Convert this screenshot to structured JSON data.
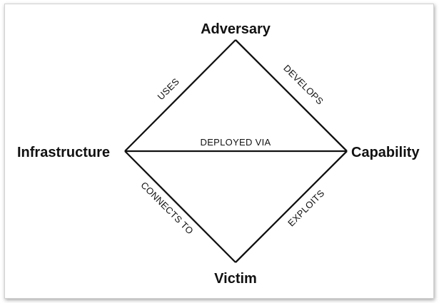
{
  "nodes": {
    "top": "Adversary",
    "left": "Infrastructure",
    "right": "Capability",
    "bottom": "Victim"
  },
  "edges": {
    "top_left": "USES",
    "top_right": "DEVELOPS",
    "horizontal": "DEPLOYED VIA",
    "bottom_left": "CONNECTS TO",
    "bottom_right": "EXPLOITS"
  }
}
